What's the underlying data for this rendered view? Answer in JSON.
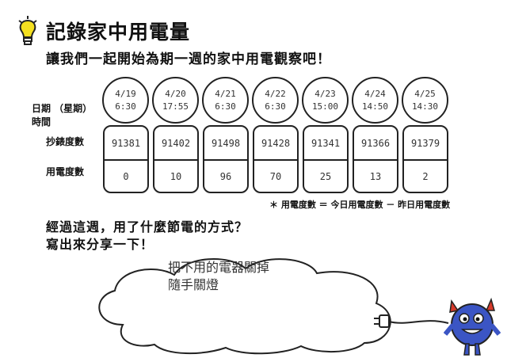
{
  "title": "記錄家中用電量",
  "intro": "讓我們一起開始為期一週的家中用電觀察吧！",
  "labels": {
    "date_time_line1": "日期 （星期）",
    "date_time_line2": "時間",
    "meter_reading": "抄錶度數",
    "usage": "用電度數"
  },
  "days": [
    {
      "date": "4/19",
      "time": "6:30",
      "reading": "91381",
      "usage": "0"
    },
    {
      "date": "4/20",
      "time": "17:55",
      "reading": "91402",
      "usage": "10"
    },
    {
      "date": "4/21",
      "time": "6:30",
      "reading": "91498",
      "usage": "96"
    },
    {
      "date": "4/22",
      "time": "6:30",
      "reading": "91428",
      "usage": "70"
    },
    {
      "date": "4/23",
      "time": "15:00",
      "reading": "91341",
      "usage": "25"
    },
    {
      "date": "4/24",
      "time": "14:50",
      "reading": "91366",
      "usage": "13"
    },
    {
      "date": "4/25",
      "time": "14:30",
      "reading": "91379",
      "usage": "2"
    }
  ],
  "footnote": "＊ 用電度數 ＝ 今日用電度數 － 昨日用電度數",
  "question_line1": "經過這週，用了什麼節電的方式？",
  "question_line2": "寫出來分享一下！",
  "answer_line1": "把不用的電器關掉",
  "answer_line2": "隨手關燈",
  "icons": [
    "lightbulb-icon",
    "plug-icon",
    "monster-icon"
  ]
}
